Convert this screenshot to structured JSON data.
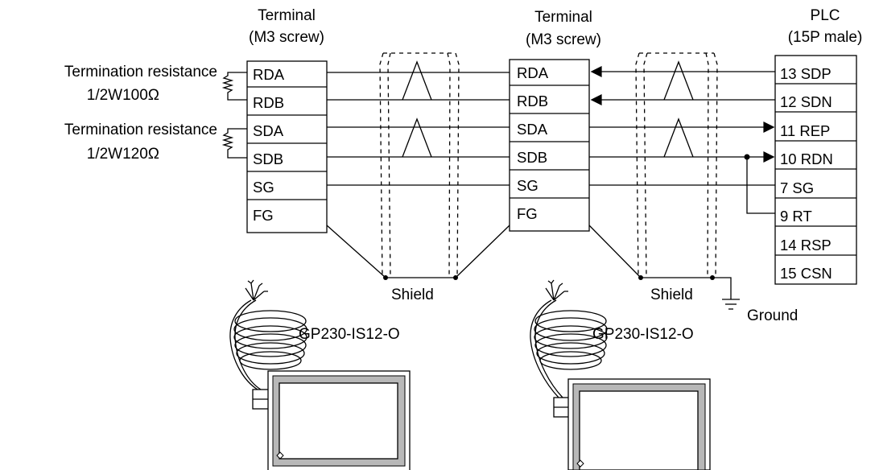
{
  "terminal_left": {
    "title_line1": "Terminal",
    "title_line2": "(M3 screw)",
    "pins": [
      "RDA",
      "RDB",
      "SDA",
      "SDB",
      "SG",
      "FG"
    ]
  },
  "terminal_mid": {
    "title_line1": "Terminal",
    "title_line2": "(M3 screw)",
    "pins": [
      "RDA",
      "RDB",
      "SDA",
      "SDB",
      "SG",
      "FG"
    ]
  },
  "plc": {
    "title_line1": "PLC",
    "title_line2": "(15P male)",
    "pins": [
      "13 SDP",
      "12 SDN",
      "11 REP",
      "10 RDN",
      "7 SG",
      "9 RT",
      "14 RSP",
      "15 CSN"
    ]
  },
  "resistors": [
    {
      "label": "Termination resistance",
      "value": "1/2W100Ω"
    },
    {
      "label": "Termination resistance",
      "value": "1/2W120Ω"
    }
  ],
  "shield_label_1": "Shield",
  "shield_label_2": "Shield",
  "ground_label": "Ground",
  "unit_label_1": "GP230-IS12-O",
  "unit_label_2": "GP230-IS12-O"
}
